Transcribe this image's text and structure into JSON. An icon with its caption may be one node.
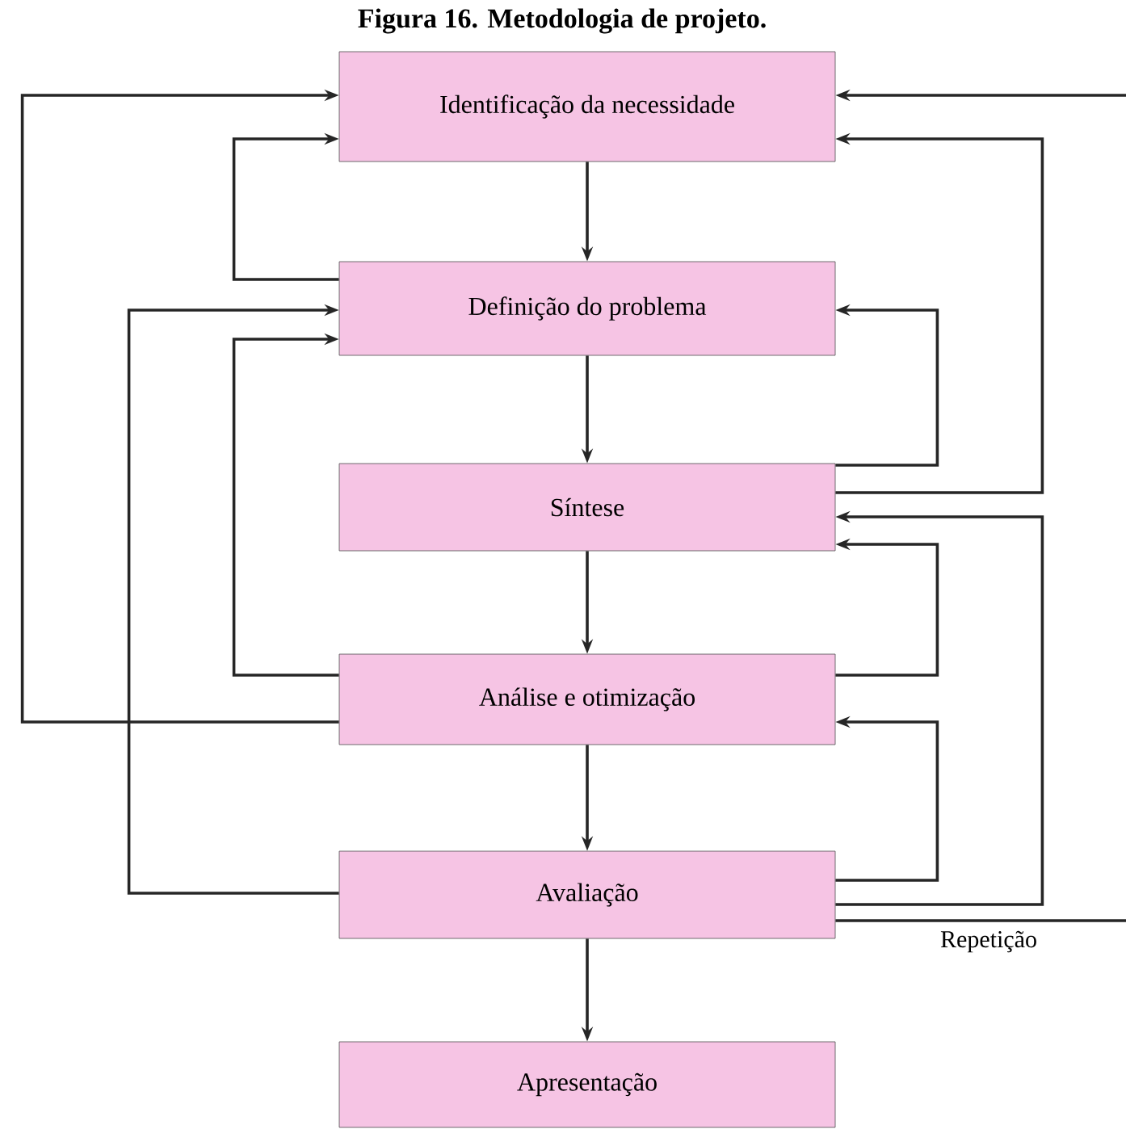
{
  "diagram": {
    "title": "Figura 16. Metodologia de projeto.",
    "nodes": [
      {
        "text": [
          "Identificação da necessidade"
        ]
      },
      {
        "text": [
          "Definição do problema"
        ]
      },
      {
        "text": [
          "Síntese"
        ]
      },
      {
        "text": [
          "Análise e otimização"
        ]
      },
      {
        "text": [
          "Avaliação"
        ]
      },
      {
        "text": [
          "Apresentação"
        ]
      }
    ],
    "edges": [
      {
        "from": 0,
        "to": 1,
        "arrow": "to"
      },
      {
        "from": 1,
        "to": 2,
        "arrow": "to"
      },
      {
        "from": 2,
        "to": 3,
        "arrow": "to"
      },
      {
        "from": 3,
        "to": 4,
        "arrow": "to"
      },
      {
        "from": 4,
        "to": 5,
        "arrow": "to"
      },
      {
        "from": 1,
        "to": 0,
        "arrow": "to"
      },
      {
        "from": 3,
        "to": 0,
        "arrow": "to"
      },
      {
        "from": 3,
        "to": 1,
        "arrow": "to"
      },
      {
        "from": 4,
        "to": 1,
        "arrow": "to"
      },
      {
        "from": 2,
        "to": 1,
        "arrow": "to"
      },
      {
        "from": 2,
        "to": 0,
        "arrow": "to"
      },
      {
        "from": null,
        "to": 0,
        "arrow": "to"
      },
      {
        "from": 3,
        "to": 2,
        "arrow": "to"
      },
      {
        "from": 4,
        "to": 2,
        "arrow": "to"
      },
      {
        "from": 4,
        "to": 3,
        "arrow": "to"
      },
      {
        "from": 4,
        "to": null,
        "label": "Repetição",
        "arrow": "none"
      }
    ]
  }
}
